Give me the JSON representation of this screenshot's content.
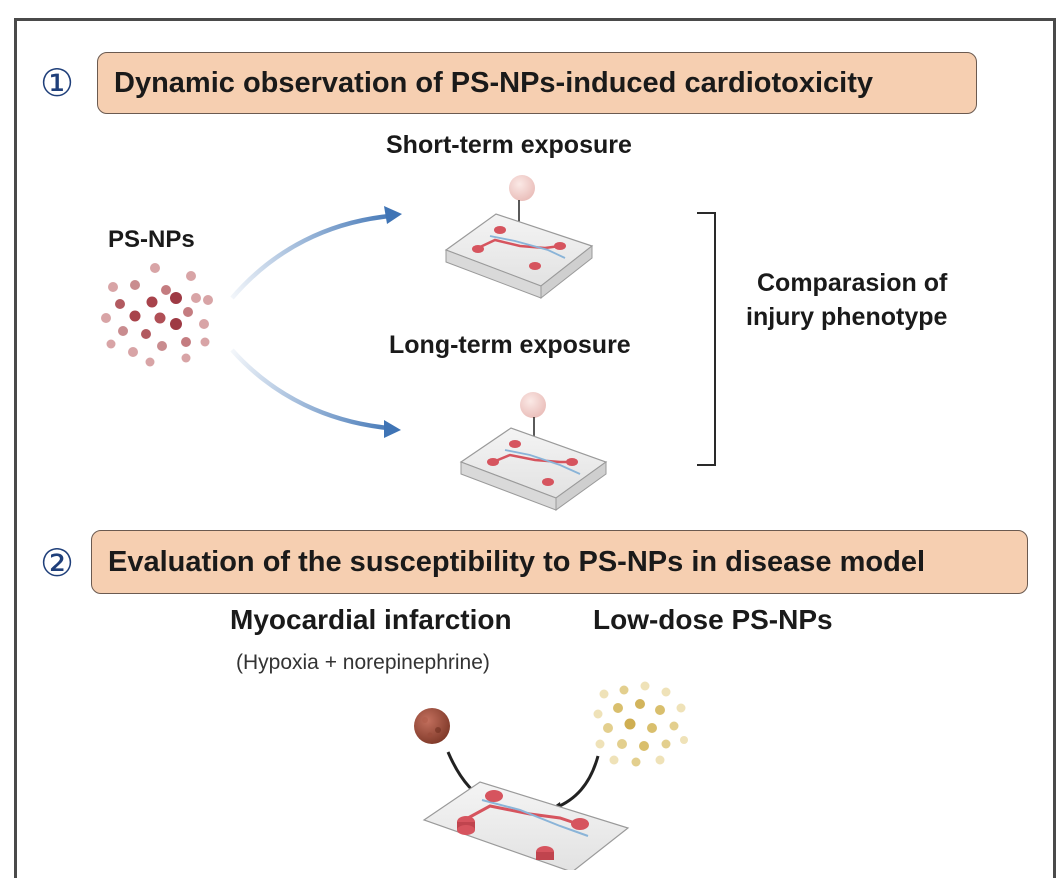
{
  "section1": {
    "number": "①",
    "title": "Dynamic observation of PS-NPs-induced cardiotoxicity",
    "source_label": "PS-NPs",
    "short_label": "Short-term exposure",
    "long_label": "Long-term exposure",
    "comparison_line1": "Comparasion of",
    "comparison_line2": "injury phenotype"
  },
  "section2": {
    "number": "②",
    "title": "Evaluation of the susceptibility to PS-NPs in disease model",
    "left_label": "Myocardial infarction",
    "left_sublabel": "(Hypoxia + norepinephrine)",
    "right_label": "Low-dose PS-NPs"
  },
  "colors": {
    "banner_fill": "#f6cfb1",
    "number_color": "#1f3f7a",
    "arrow_blue": "#3f74b5",
    "particle_dark": "#a8434b",
    "particle_light": "#d8a4a6",
    "particle_yellow": "#e3cf8e",
    "chip_channel": "#d6545e"
  },
  "icons": [
    "curved-arrow-icon",
    "particle-cluster-icon",
    "microfluidic-chip-icon",
    "spheroid-icon",
    "bracket-icon"
  ]
}
